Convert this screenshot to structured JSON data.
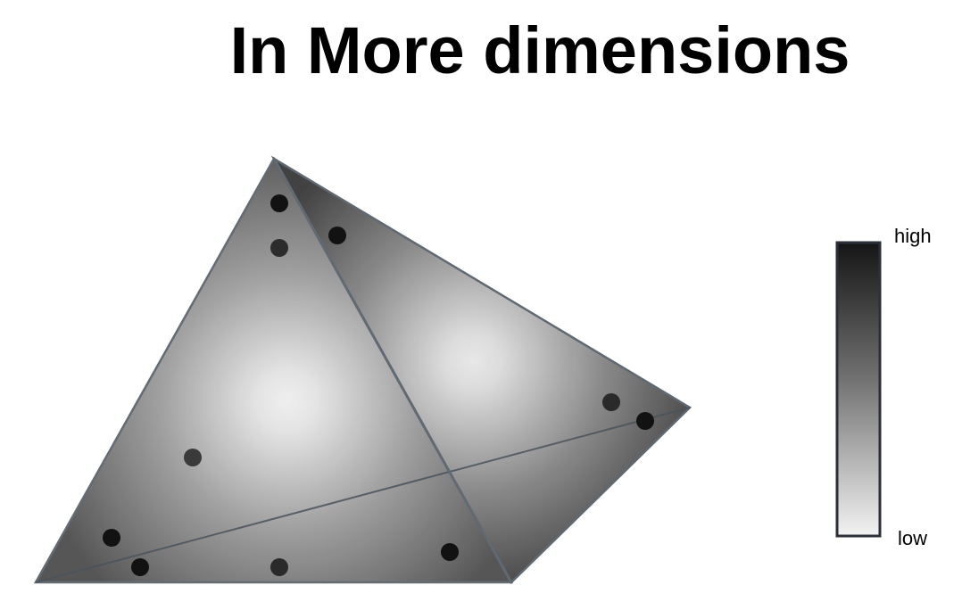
{
  "title": "In More dimensions",
  "legend": {
    "high_label": "high",
    "low_label": "low",
    "high_color": "#151515",
    "low_color": "#f2f2f2"
  },
  "colors": {
    "face_light": "#ececec",
    "face_dark": "#3a3a3a",
    "edge": "#5a656e",
    "point": "#111111"
  }
}
